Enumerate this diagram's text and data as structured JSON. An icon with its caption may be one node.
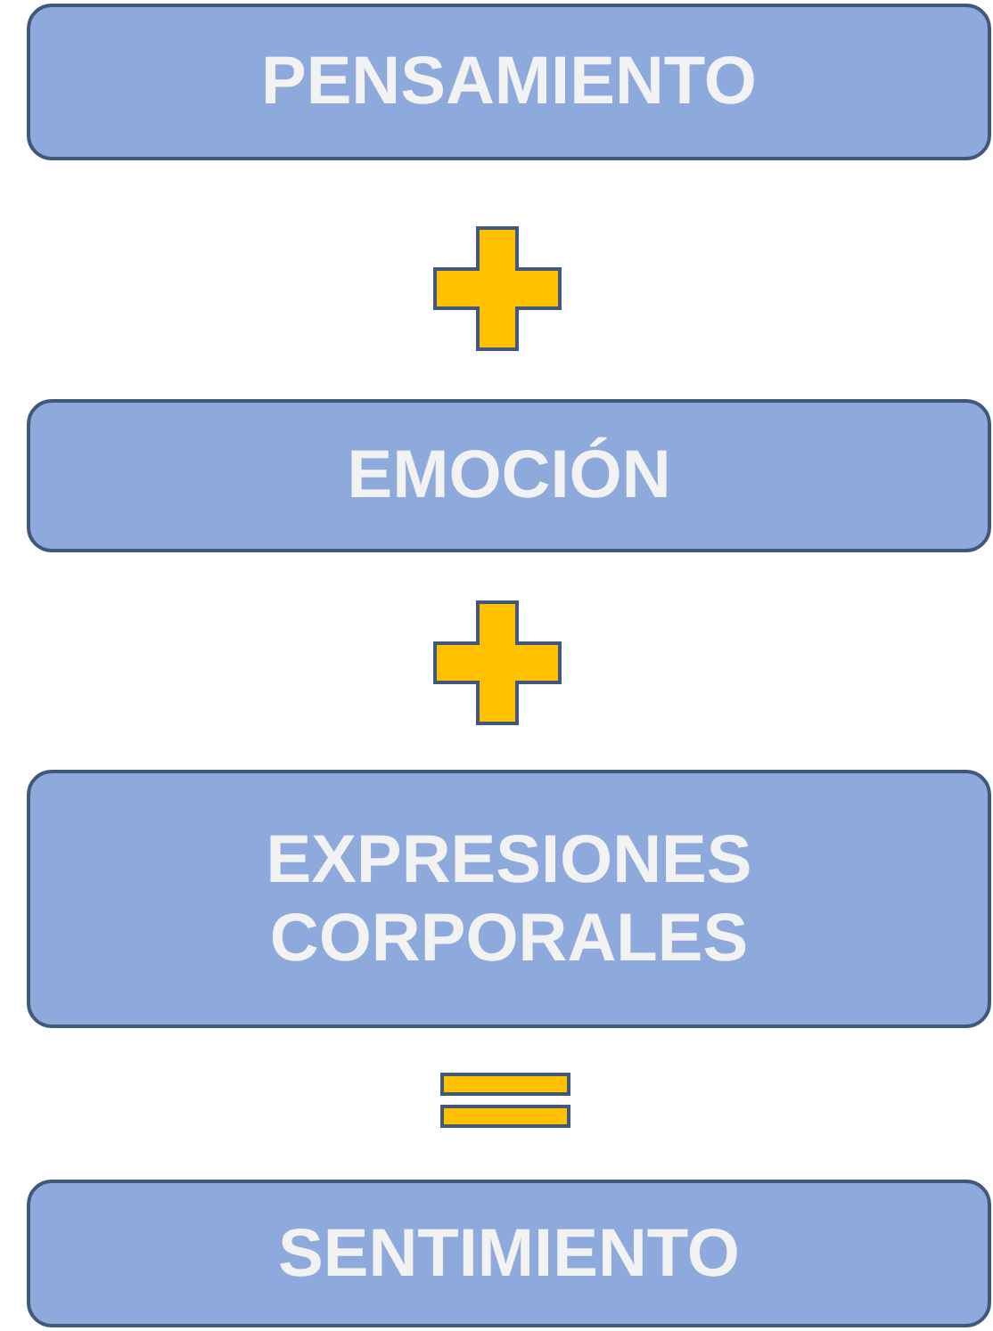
{
  "diagram": {
    "nodes": [
      {
        "text": [
          "PENSAMIENTO"
        ]
      },
      {
        "text": [
          "EMOCIÓN"
        ]
      },
      {
        "text": [
          "EXPRESIONES CORPORALES"
        ]
      },
      {
        "text": [
          "SENTIMIENTO"
        ]
      }
    ]
  }
}
